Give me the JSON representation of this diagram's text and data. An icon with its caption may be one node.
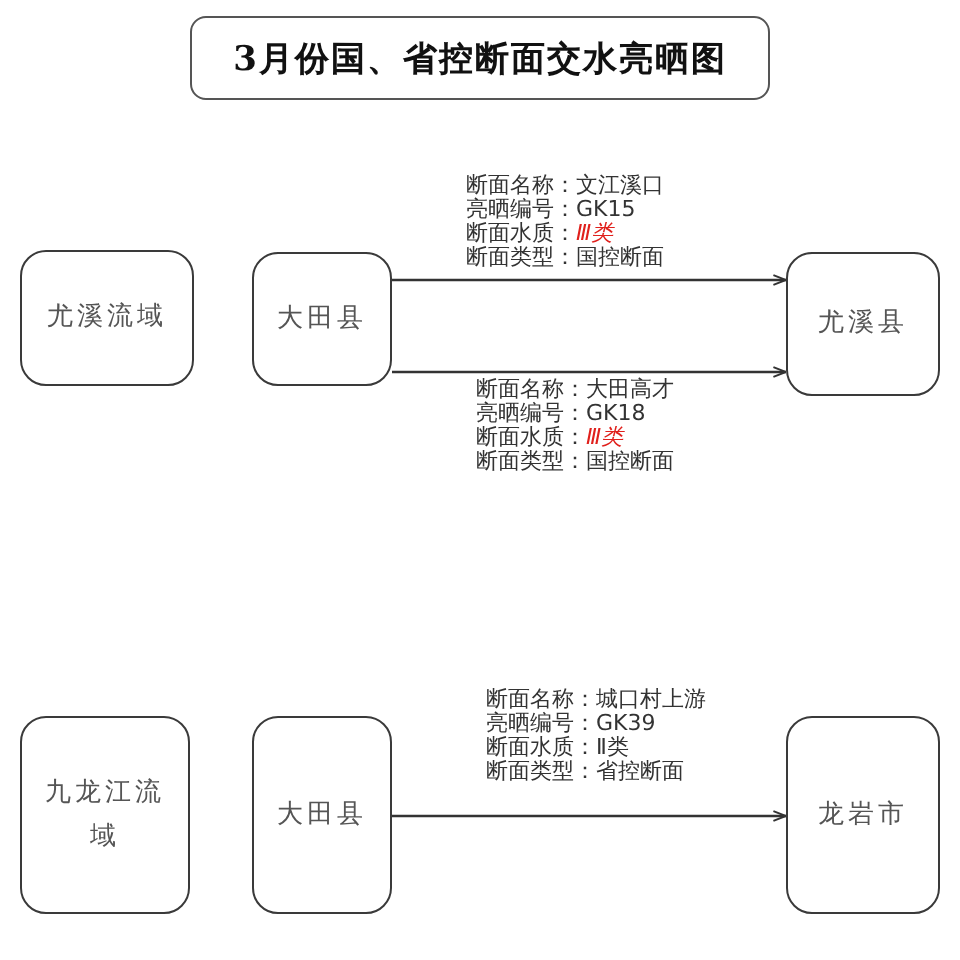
{
  "diagram": {
    "title": "3月份国、省控断面交水亮晒图",
    "nodes": [
      {
        "text": [
          "尤溪流域"
        ]
      },
      {
        "text": [
          "大田县"
        ]
      },
      {
        "text": [
          "尤溪县"
        ]
      },
      {
        "text": [
          "九龙江流域"
        ]
      },
      {
        "text": [
          "大田县"
        ]
      },
      {
        "text": [
          "龙岩市"
        ]
      }
    ],
    "edges": [
      {
        "from": 1,
        "to": 2,
        "arrow": "to"
      },
      {
        "from": 1,
        "to": 2,
        "arrow": "to"
      },
      {
        "from": 4,
        "to": 5,
        "arrow": "to"
      }
    ],
    "labels": [
      "断面名称：文江溪口",
      "亮晒编号：GK15",
      "断面水质：*Ⅲ类*",
      "断面类型：国控断面",
      "断面名称：大田高才",
      "亮晒编号：GK18",
      "断面水质：*Ⅲ类*",
      "断面类型：国控断面",
      "断面名称：城口村上游",
      "亮晒编号：GK39",
      "断面水质：Ⅱ类",
      "断面类型：省控断面"
    ]
  }
}
